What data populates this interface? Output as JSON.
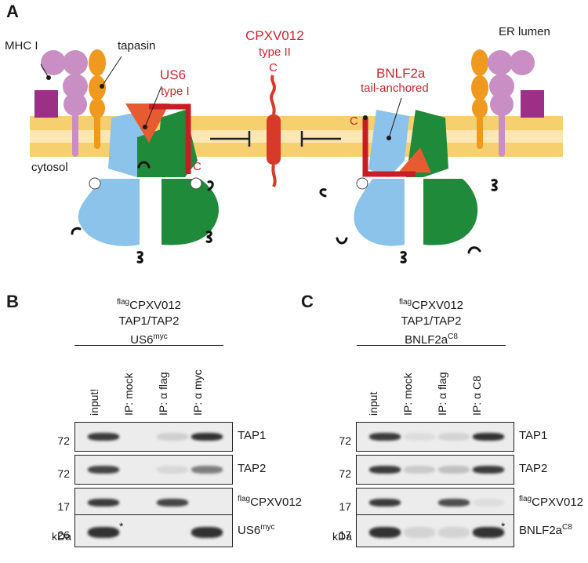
{
  "panelA": {
    "letter": "A",
    "labels": {
      "mhc": "MHC I",
      "tapasin": "tapasin",
      "cytosol": "cytosol",
      "er_lumen": "ER lumen",
      "us6": "US6",
      "us6_type": "type I",
      "us6_c": "C",
      "cpxv": "CPXV012",
      "cpxv_type": "type II",
      "cpxv_c": "C",
      "bnlf": "BNLF2a",
      "bnlf_type": "tail-anchored",
      "bnlf_c": "C"
    },
    "colors": {
      "membrane": "#f6cf6e",
      "membrane_core": "#fbe6b4",
      "mhc": "#c98ec4",
      "mhc_dark": "#9c2f86",
      "tapasin": "#ef9a1e",
      "tap1": "#8cc3ea",
      "tap2": "#1f8a3a",
      "inhibitor": "#d0242b"
    }
  },
  "panelB": {
    "letter": "B",
    "header": {
      "line1_sup": "flag",
      "line1": "CPXV012",
      "line2": "TAP1/TAP2",
      "line3": "US6",
      "line3_sup": "myc"
    },
    "lanes": [
      "input!",
      "IP: mock",
      "IP: α flag",
      "IP: α myc"
    ],
    "blots": [
      {
        "mw": "72",
        "label": "TAP1",
        "sup": "",
        "bands": [
          0.9,
          0,
          0.12,
          0.95
        ]
      },
      {
        "mw": "72",
        "label": "TAP2",
        "sup": "",
        "bands": [
          0.85,
          0,
          0.08,
          0.55
        ]
      },
      {
        "mw": "17",
        "label": "CPXV012",
        "sup": "flag",
        "bands": [
          0.9,
          0,
          0.85,
          0
        ]
      },
      {
        "mw": "26",
        "label": "US6",
        "sup": "myc",
        "bands": [
          0.95,
          0,
          0,
          0.95
        ],
        "star": "*"
      }
    ],
    "unit": "kDa"
  },
  "panelC": {
    "letter": "C",
    "header": {
      "line1_sup": "flag",
      "line1": "CPXV012",
      "line2": "TAP1/TAP2",
      "line3": "BNLF2a",
      "line3_sup": "C8"
    },
    "lanes": [
      "input",
      "IP: mock",
      "IP: α flag",
      "IP: α C8"
    ],
    "blots": [
      {
        "mw": "72",
        "label": "TAP1",
        "sup": "",
        "bands": [
          0.9,
          0.05,
          0.1,
          0.95
        ]
      },
      {
        "mw": "72",
        "label": "TAP2",
        "sup": "",
        "bands": [
          0.9,
          0.15,
          0.2,
          0.9
        ]
      },
      {
        "mw": "17",
        "label": "CPXV012",
        "sup": "flag",
        "bands": [
          0.9,
          0,
          0.8,
          0.05
        ]
      },
      {
        "mw": "17",
        "label": "BNLF2a",
        "sup": "C8",
        "bands": [
          0.95,
          0.1,
          0.1,
          0.95
        ],
        "star": "*"
      }
    ],
    "unit": "kDa"
  }
}
